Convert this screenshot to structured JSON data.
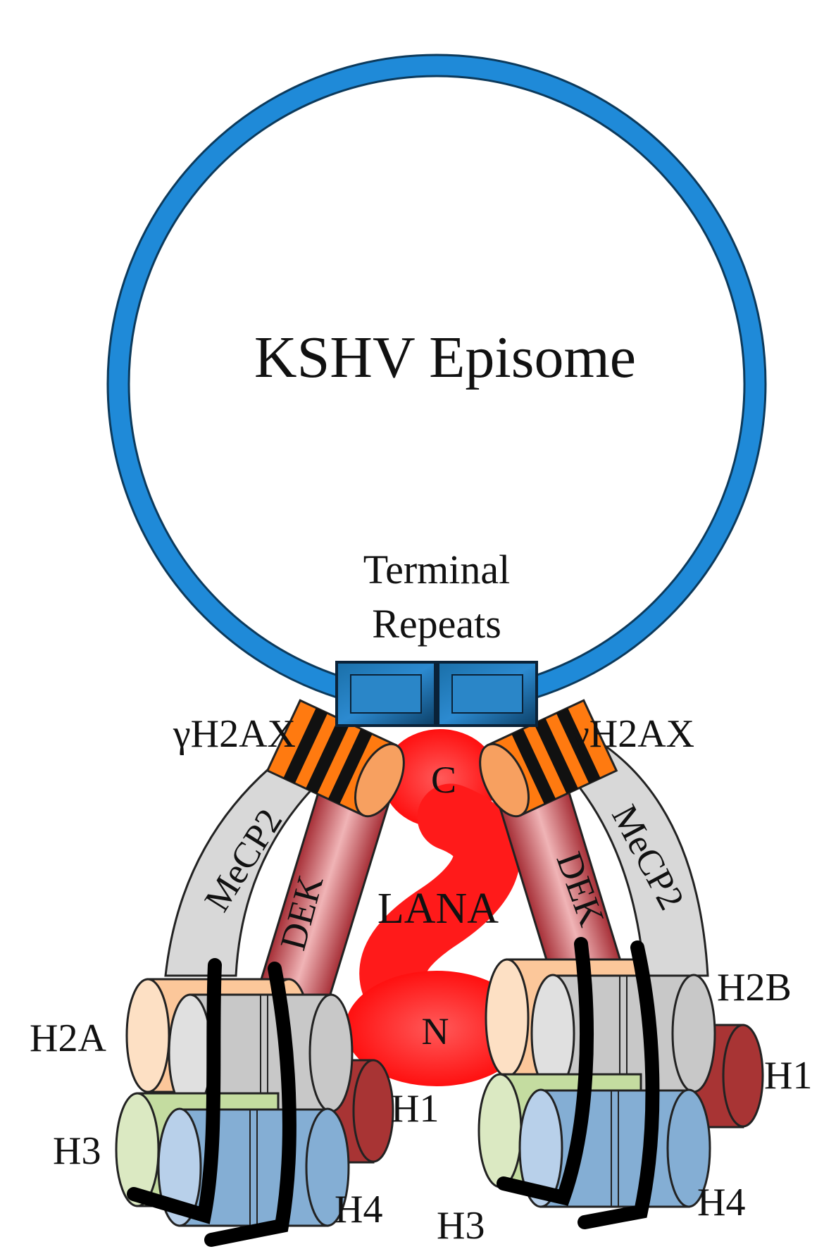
{
  "episome": {
    "label": "KSHV Episome"
  },
  "terminal_repeats": {
    "line1": "Terminal",
    "line2": "Repeats"
  },
  "proteins": {
    "gh2ax_left": "γH2AX",
    "gh2ax_right": "γH2AX",
    "mecp2_left": "MeCP2",
    "mecp2_right": "MeCP2",
    "dek_left": "DEK",
    "dek_right": "DEK",
    "lana": "LANA",
    "lana_c": "C",
    "lana_n": "N"
  },
  "histones": {
    "left": {
      "h2a": "H2A",
      "h1": "H1",
      "h3": "H3",
      "h4": "H4"
    },
    "right": {
      "h2b": "H2B",
      "h1": "H1",
      "h3": "H3",
      "h4": "H4"
    }
  },
  "colors": {
    "episome_ring": "#1f8ad8",
    "tr_box": "#0f4e7e",
    "lana": "#ff1a1a",
    "dek": "#c84c54",
    "mecp2": "#d8d8d8",
    "gh2ax": "#ff7a10",
    "h2a": "#fcc79a",
    "h2b": "#c8c8c8",
    "h1": "#a83434",
    "h3": "#c4dca0",
    "h4": "#84aed4",
    "dna": "#000000"
  }
}
